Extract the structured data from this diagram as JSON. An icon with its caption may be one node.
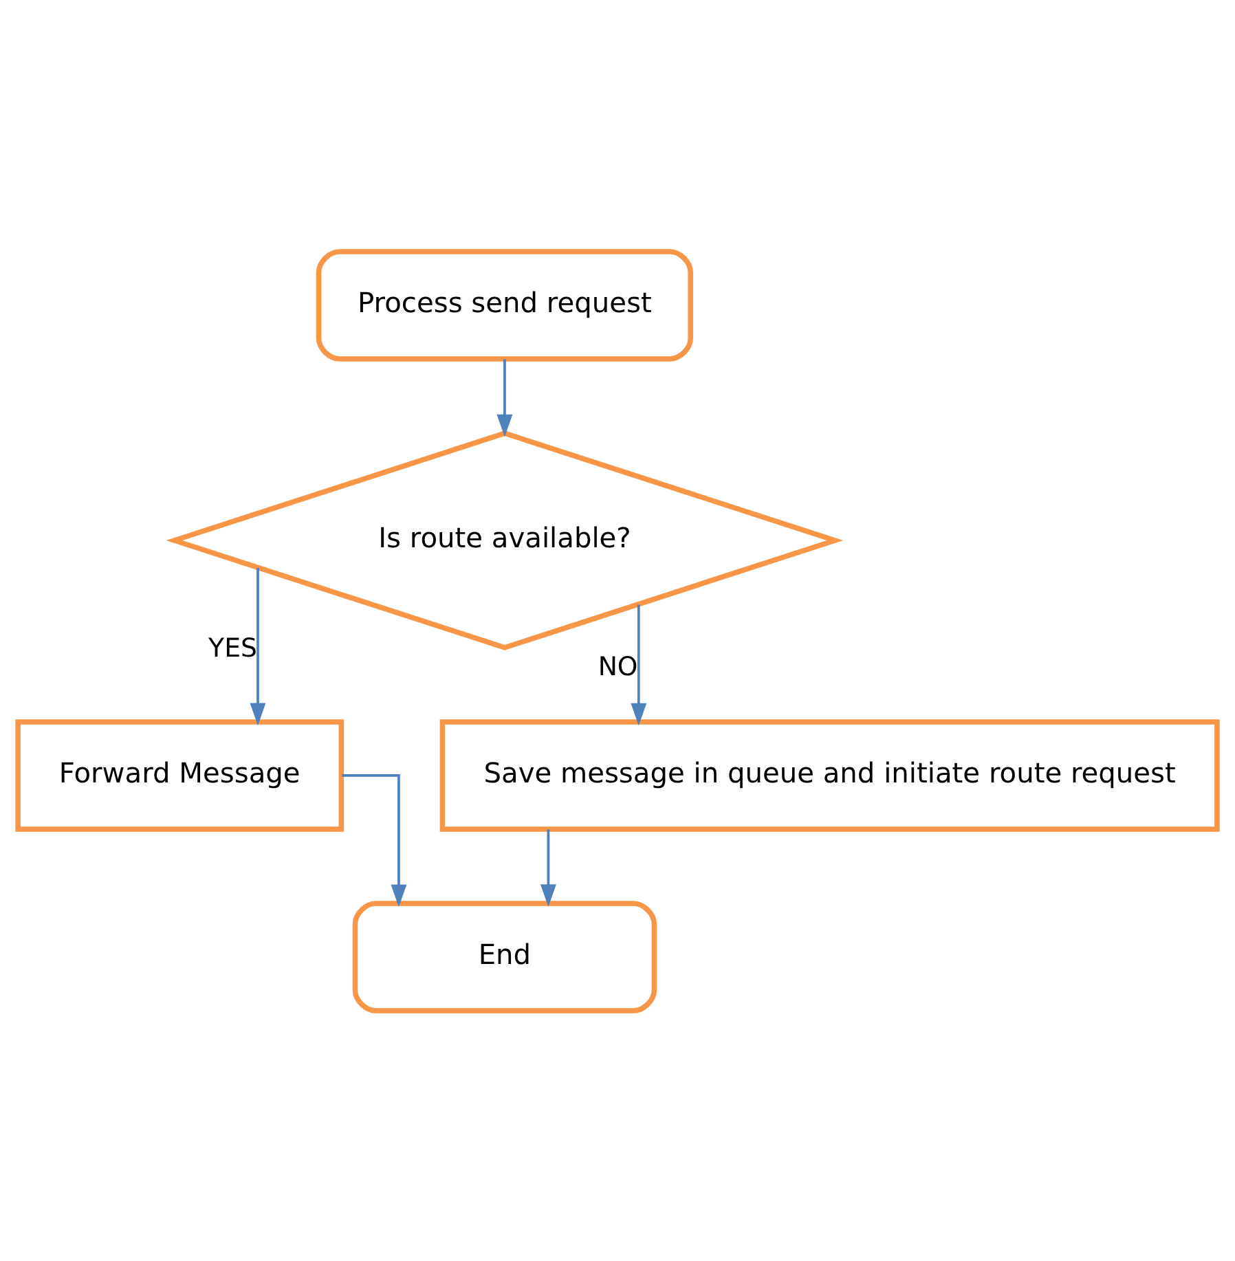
{
  "diagram": {
    "nodes": [
      {
        "text": [
          "Process send request"
        ]
      },
      {
        "text": [
          "Is route available?"
        ]
      },
      {
        "text": [
          "Forward Message"
        ]
      },
      {
        "text": [
          "Save message in queue and initiate route request"
        ]
      },
      {
        "text": [
          "End"
        ]
      }
    ],
    "edges": [
      {
        "from": 0,
        "to": 1,
        "arrow": "to"
      },
      {
        "from": 1,
        "to": 2,
        "arrow": "to",
        "label": "YES"
      },
      {
        "from": 1,
        "to": 3,
        "arrow": "to",
        "label": "NO"
      },
      {
        "from": 2,
        "to": 4,
        "arrow": "to"
      },
      {
        "from": 3,
        "to": 4,
        "arrow": "to"
      }
    ]
  }
}
